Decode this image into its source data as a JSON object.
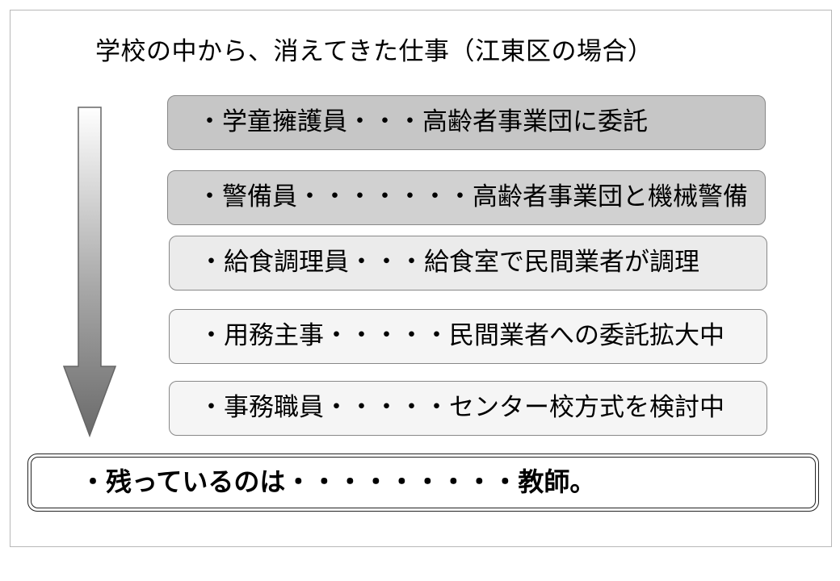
{
  "title": "学校の中から、消えてきた仕事（江東区の場合）",
  "items": [
    {
      "text": "・学童擁護員・・・高齢者事業団に委託",
      "fill": "#c6c6c6"
    },
    {
      "text": "・警備員・・・・・・・高齢者事業団と機械警備",
      "fill": "#d1d1d1"
    },
    {
      "text": "・給食調理員・・・給食室で民間業者が調理",
      "fill": "#ebebeb"
    },
    {
      "text": "・用務主事・・・・・民間業者への委託拡大中",
      "fill": "#f5f5f5"
    },
    {
      "text": "・事務職員・・・・・センター校方式を検討中",
      "fill": "#f5f5f5"
    }
  ],
  "conclusion": "・残っているのは・・・・・・・・・教師。"
}
